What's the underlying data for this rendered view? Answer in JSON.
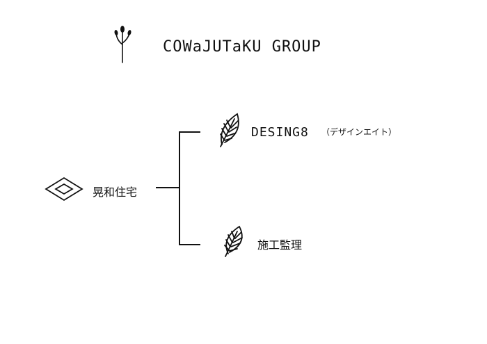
{
  "header": {
    "title": "COWaJUTaKU GROUP",
    "logo_icon": "sprout-icon"
  },
  "tree": {
    "root": {
      "label": "晃和住宅",
      "icon": "double-diamond-icon"
    },
    "children": [
      {
        "label": "DESING8",
        "sublabel": "（デザインエイト）",
        "icon": "leaf-icon"
      },
      {
        "label": "施工監理",
        "icon": "leaf-icon"
      }
    ]
  },
  "colors": {
    "ink": "#111111",
    "background": "#ffffff"
  }
}
